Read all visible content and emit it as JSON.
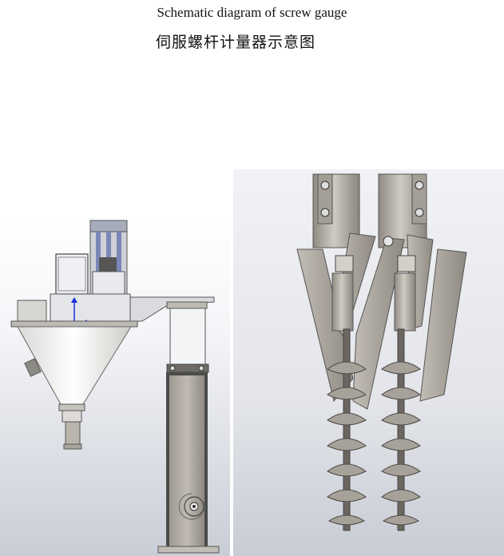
{
  "header": {
    "title_en": "Schematic diagram of screw gauge",
    "title_zh": "伺服螺杆计量器示意图"
  },
  "figures": {
    "left": {
      "view": "side view of filler with hopper, motor and support column",
      "colors": {
        "background_top": "#ffffff",
        "background_bottom": "#cfd3dc",
        "metal": "#b9b5ad",
        "frame_dark": "#4b4b4b",
        "motor_blue": "#6a7bbf",
        "axis_blue": "#1c2fe0"
      }
    },
    "right": {
      "view": "close-up of twin screw augers with gripper arms",
      "colors": {
        "background_top": "#eef0f3",
        "background_bottom": "#c8ccd4",
        "metal": "#a9a49b",
        "shadow": "#6b6660"
      }
    }
  }
}
